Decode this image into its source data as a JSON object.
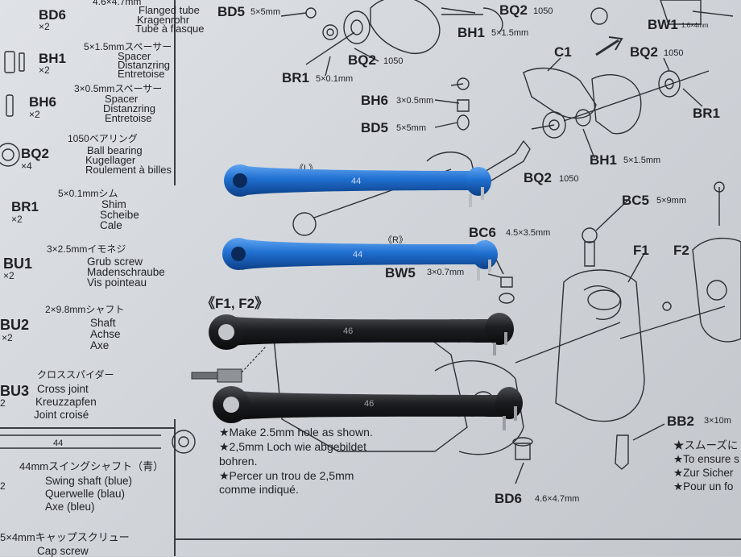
{
  "parts_list": [
    {
      "code": "BD6",
      "qty": "×2",
      "jp": "4.6×4.7mm",
      "translations": [
        "Flanged tube",
        "Kragenrohr",
        "Tube à flasque"
      ]
    },
    {
      "code": "BH1",
      "qty": "×2",
      "jp": "5×1.5mmスペーサー",
      "translations": [
        "Spacer",
        "Distanzring",
        "Entretoise"
      ]
    },
    {
      "code": "BH6",
      "qty": "×2",
      "jp": "3×0.5mmスペーサー",
      "translations": [
        "Spacer",
        "Distanzring",
        "Entretoise"
      ]
    },
    {
      "code": "BQ2",
      "qty": "×4",
      "jp": "1050ベアリング",
      "translations": [
        "Ball bearing",
        "Kugellager",
        "Roulement à billes"
      ]
    },
    {
      "code": "BR1",
      "qty": "×2",
      "jp": "5×0.1mmシム",
      "translations": [
        "Shim",
        "Scheibe",
        "Cale"
      ]
    },
    {
      "code": "BU1",
      "qty": "×2",
      "jp": "3×2.5mmイモネジ",
      "translations": [
        "Grub screw",
        "Madenschraube",
        "Vis pointeau"
      ]
    },
    {
      "code": "BU2",
      "qty": "×2",
      "jp": "2×9.8mmシャフト",
      "translations": [
        "Shaft",
        "Achse",
        "Axe"
      ]
    },
    {
      "code": "BU3",
      "qty": "2",
      "jp": "クロススパイダー",
      "translations": [
        "Cross joint",
        "Kreuzzapfen",
        "Joint croisé"
      ]
    },
    {
      "code": "",
      "qty": "2",
      "jp": "44mmスイングシャフト（青）",
      "translations": [
        "Swing shaft (blue)",
        "Querwelle (blau)",
        "Axe (bleu)"
      ]
    },
    {
      "code": "",
      "qty": "",
      "jp": "5×4mmキャップスクリュー",
      "translations": [
        "Cap screw"
      ]
    }
  ],
  "shaft_length_label": "44",
  "diagram_labels": {
    "bd5_top": "BD5",
    "bd5_top_dim": "5×5mm",
    "bh1_top": "BH1",
    "bh1_top_dim": "5×1.5mm",
    "bq2_top": "BQ2",
    "bq2_top_dim": "1050",
    "bw1": "BW1",
    "bw1_dim": "1.6×4mm",
    "bq2_left": "BQ2",
    "bq2_left_dim": "1050",
    "br1_left": "BR1",
    "br1_left_dim": "5×0.1mm",
    "c1": "C1",
    "bq2_right": "BQ2",
    "bq2_right_dim": "1050",
    "br1_right": "BR1",
    "bh6": "BH6",
    "bh6_dim": "3×0.5mm",
    "bd5_mid": "BD5",
    "bd5_mid_dim": "5×5mm",
    "bh1_mid": "BH1",
    "bh1_mid_dim": "5×1.5mm",
    "bq2_mid": "BQ2",
    "bq2_mid_dim": "1050",
    "bc5": "BC5",
    "bc5_dim": "5×9mm",
    "bc6": "BC6",
    "bc6_dim": "4.5×3.5mm",
    "f1": "F1",
    "f2": "F2",
    "bw5": "BW5",
    "bw5_dim": "3×0.7mm",
    "f1f2_group": "《F1, F2》",
    "bb2": "BB2",
    "bb2_dim": "3×10m",
    "bd6": "BD6",
    "bd6_dim": "4.6×4.7mm",
    "shaft_l": "《L》",
    "shaft_r": "《R》"
  },
  "drill_note": [
    "★Make 2.5mm hole as shown.",
    "★2,5mm Loch wie abgebildet",
    "bohren.",
    "★Percer un trou de 2,5mm",
    "comme indiqué."
  ],
  "right_notes": [
    "★スムーズに",
    "★To ensure s",
    "★Zur Sicher",
    "★Pour un fo"
  ],
  "shafts": [
    {
      "marking": "44",
      "color": "#1f6fd0"
    },
    {
      "marking": "44",
      "color": "#1f6fd0"
    },
    {
      "marking": "46",
      "color": "#1b1d20"
    },
    {
      "marking": "46",
      "color": "#1b1d20"
    }
  ]
}
